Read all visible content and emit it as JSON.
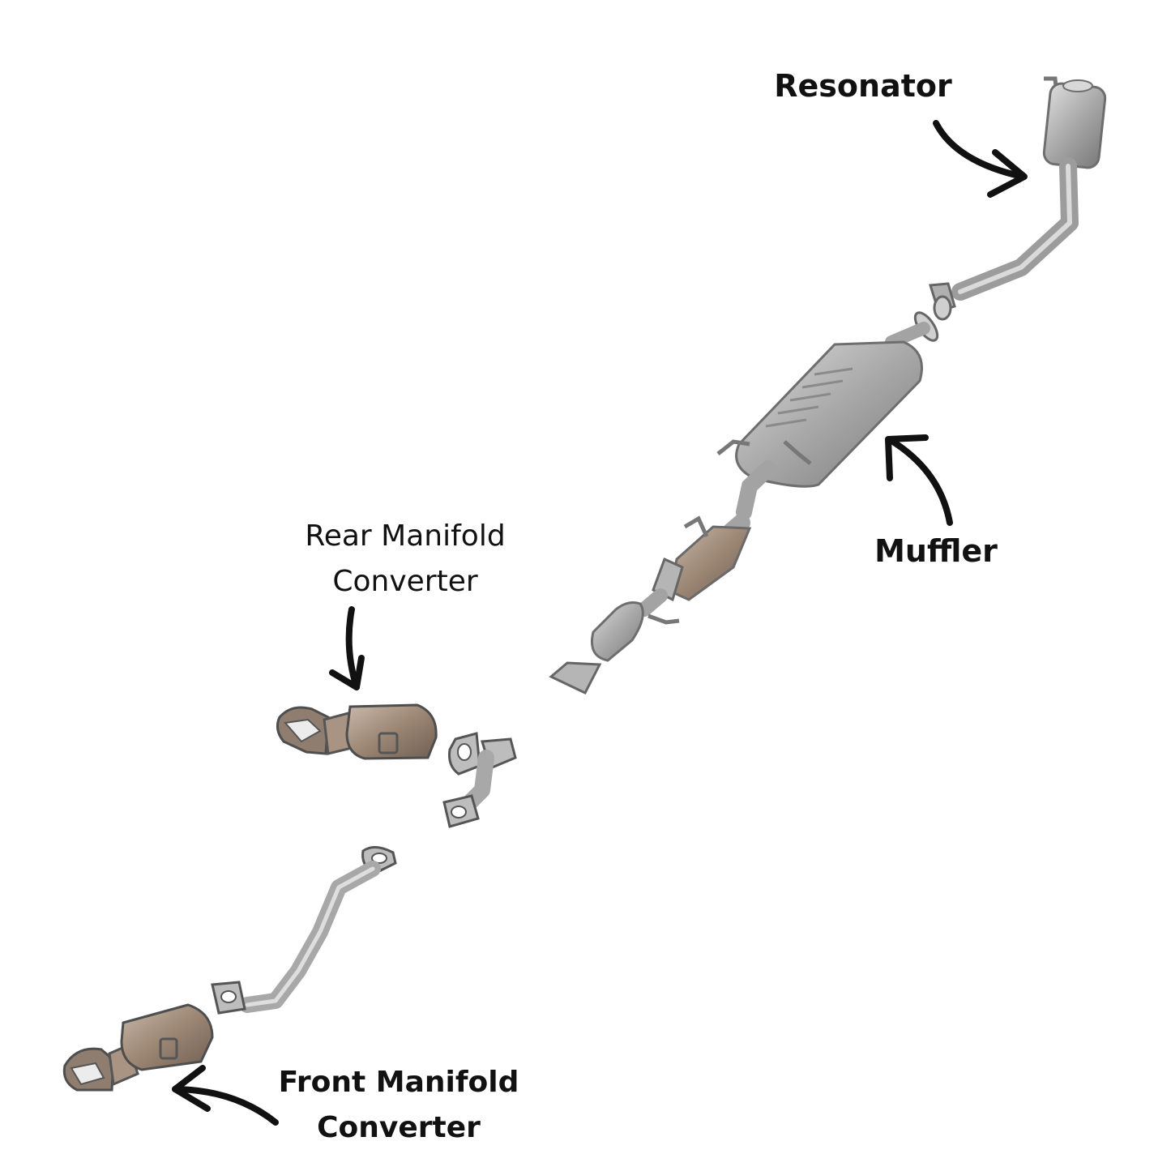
{
  "labels": {
    "resonator": "Resonator",
    "muffler": "Muffler",
    "rear_converter": [
      "Rear Manifold",
      "Converter"
    ],
    "front_converter": [
      "Front Manifold",
      "Converter"
    ]
  },
  "colors": {
    "pipe": "#b4b4b4",
    "pipe_dark": "#7d7d7d",
    "shell": "#a9a9a9",
    "shell_light": "#d2d2d2",
    "rust": "#9a7a62",
    "arrow": "#111111"
  }
}
